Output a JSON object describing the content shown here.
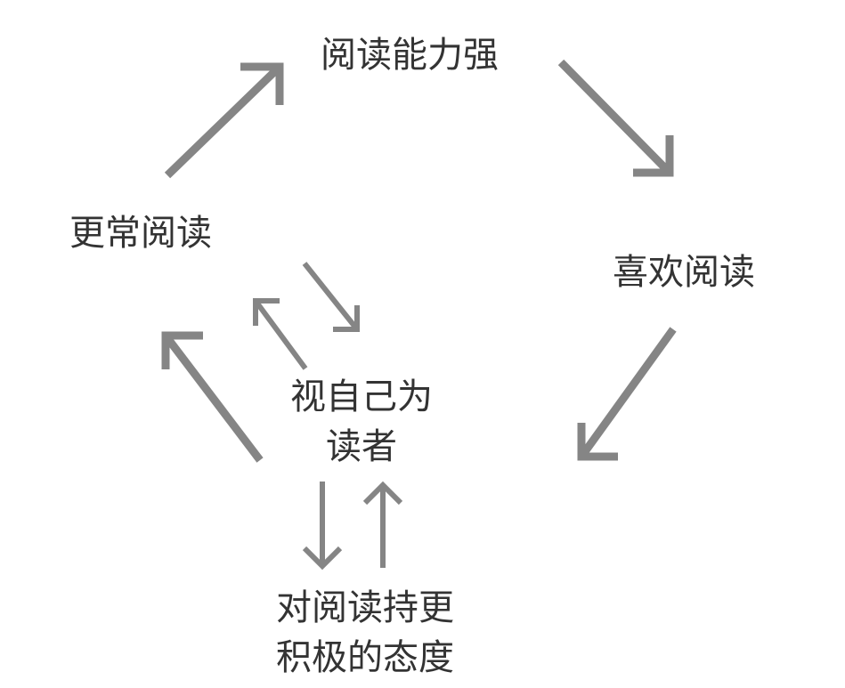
{
  "nodes": {
    "reading_ability_strong": "阅读能力强",
    "enjoy_reading": "喜欢阅读",
    "read_more_often": "更常阅读",
    "see_self_as_reader": [
      "视自己为",
      "读者"
    ],
    "positive_attitude": [
      "对阅读持更",
      "积极的态度"
    ]
  },
  "colors": {
    "arrow": "#858585",
    "text": "#333333",
    "background": "#ffffff"
  }
}
